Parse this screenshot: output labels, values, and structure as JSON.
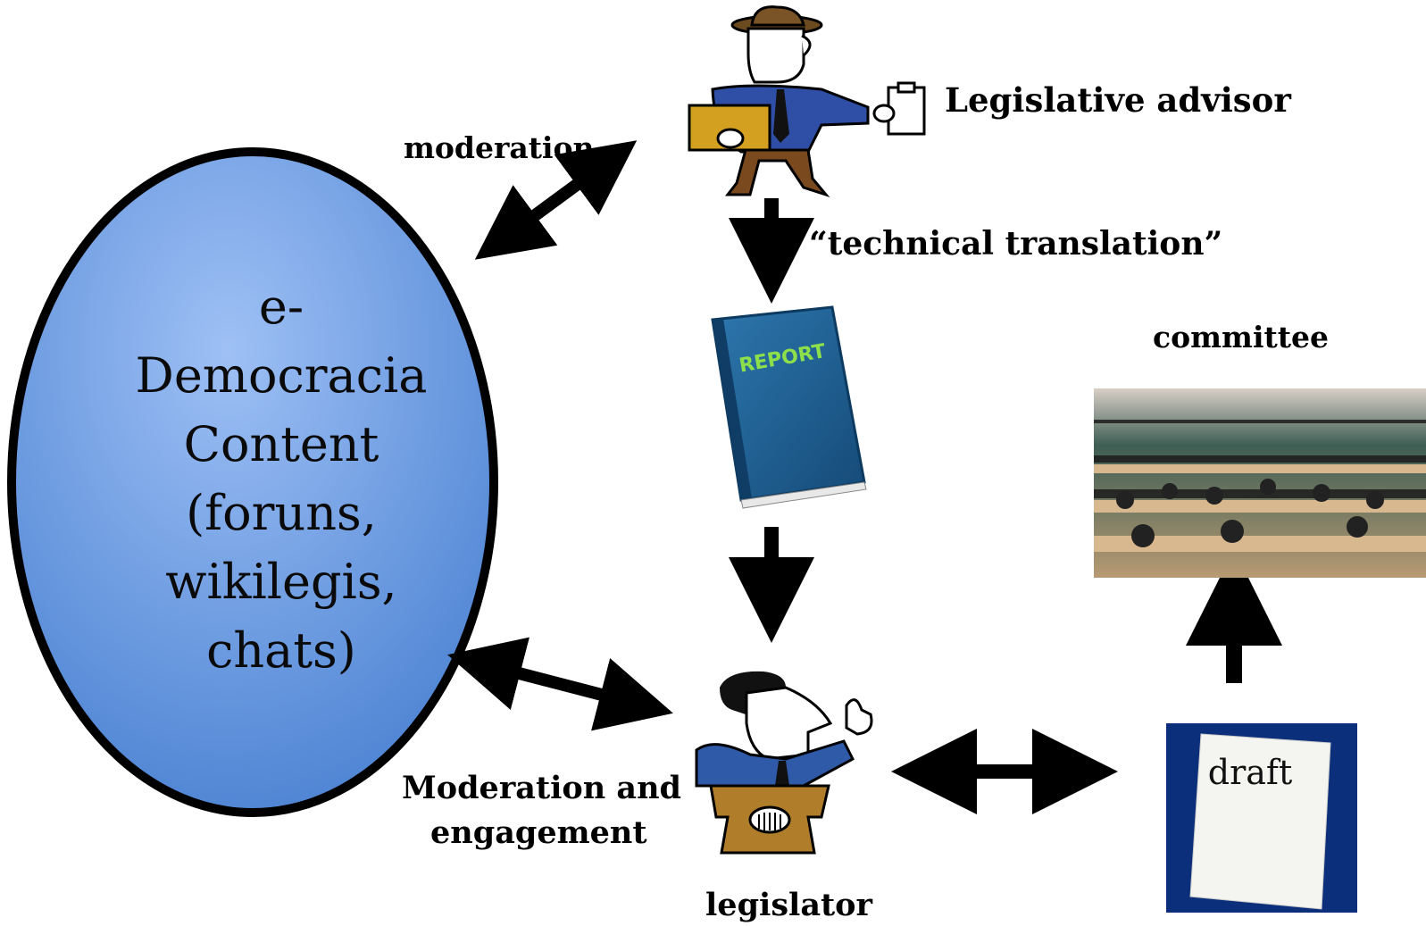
{
  "labels": {
    "moderation": "moderation",
    "legislative_advisor": "Legislative advisor",
    "technical_translation": "“technical translation”",
    "committee": "committee",
    "moderation_and_engagement_1": "Moderation and",
    "moderation_and_engagement_2": "engagement",
    "legislator": "legislator",
    "draft": "draft",
    "report": "REPORT"
  },
  "ellipse": {
    "lines": [
      "e-",
      "Democracia",
      "Content",
      "(foruns,",
      "wikilegis,",
      "chats)"
    ]
  },
  "colors": {
    "ellipse_fill": "#6f9fe6",
    "book": "#1f5f92",
    "report_text": "#8de04a",
    "draft_bg": "#0b2f7a"
  },
  "icons": [
    "advisor-figure-icon",
    "report-book-icon",
    "legislator-figure-icon",
    "committee-photo-icon"
  ]
}
